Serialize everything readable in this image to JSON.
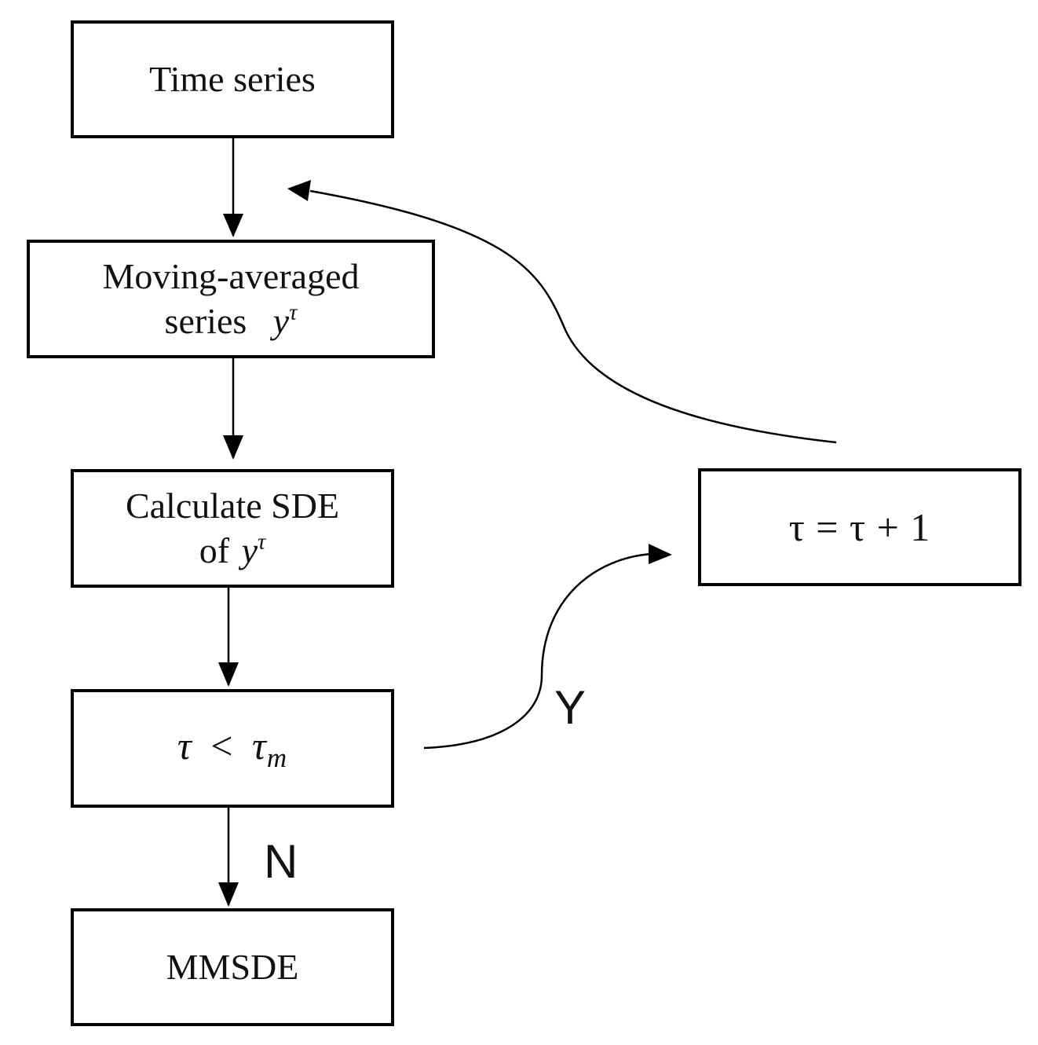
{
  "nodes": {
    "time_series": {
      "label": "Time series"
    },
    "moving_averaged": {
      "line1": "Moving-averaged",
      "line2_text": "series",
      "var": "y",
      "sup": "τ"
    },
    "calculate_sde": {
      "line1": "Calculate SDE",
      "line2_text": "of",
      "var": "y",
      "sup": "τ"
    },
    "condition": {
      "lhs": "τ",
      "op": "<",
      "rhs": "τ",
      "rhs_sub": "m"
    },
    "increment": {
      "expr": "τ = τ + 1"
    },
    "mmsde": {
      "label": "MMSDE"
    }
  },
  "edges": {
    "yes_label": "Y",
    "no_label": "N"
  }
}
